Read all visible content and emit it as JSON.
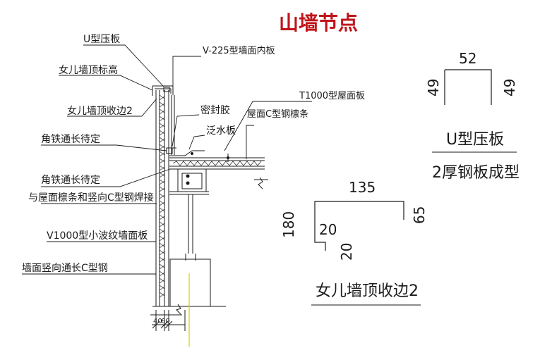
{
  "title": "山墙节点",
  "labels": {
    "u_panel": "U型压板",
    "parapet_top_elev": "女儿墙顶标高",
    "parapet_cap_2": "女儿墙顶收边2",
    "angle_a": "角铁通长待定",
    "angle_b": "角铁通长待定",
    "weld_note": "与屋面檩条和竖向C型钢焊接",
    "wall_panel": "V1000型小波纹墙面板",
    "c_steel": "墙面竖向通长C型钢",
    "inner_panel": "V-225型墙面内板",
    "sealant": "密封胶",
    "flashing": "泛水板",
    "roof_panel": "T1000型屋面板",
    "purlin": "屋面C型钢檩条"
  },
  "u_detail": {
    "top": "52",
    "left": "49",
    "right": "49",
    "caption": "U型压板",
    "note": "2厚钢板成型"
  },
  "cap_detail": {
    "top": "135",
    "right": "65",
    "left": "180",
    "inner": "20",
    "bottom": "20",
    "caption": "女儿墙顶收边2"
  },
  "dims": {
    "wall_thk": "40",
    "wall_thk2": "60"
  }
}
